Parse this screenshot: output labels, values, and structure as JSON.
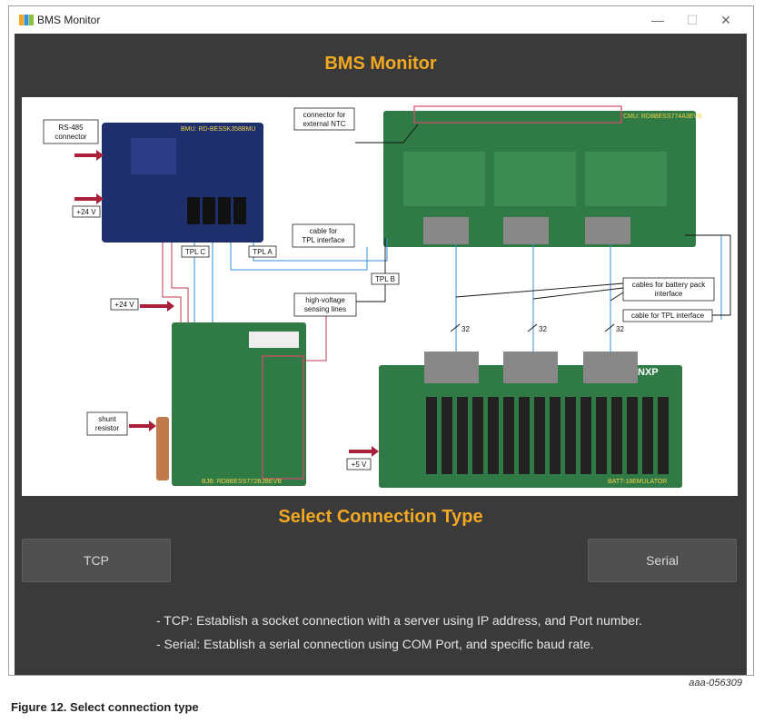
{
  "window": {
    "title": "BMS Monitor",
    "controls": {
      "minimize": "—",
      "maximize": "☐",
      "close": "✕"
    }
  },
  "app": {
    "header_title": "BMS Monitor",
    "section_title": "Select Connection Type",
    "buttons": {
      "tcp": "TCP",
      "serial": "Serial"
    },
    "descriptions": [
      "- TCP: Establish a socket connection with a server using IP address, and Port number.",
      "- Serial: Establish a serial connection using COM Port, and specific baud rate."
    ]
  },
  "diagram": {
    "labels": {
      "rs485": [
        "RS-485",
        "connector"
      ],
      "v24_top": "+24 V",
      "v24_mid": "+24 V",
      "v5": "+5 V",
      "bmu": "BMU: RD-BESSK358BMU",
      "cmu": "CMU: RD8BESS774A3EVB",
      "bjb": "BJB: RD8BESS772BJBEVB",
      "batt": "BATT-18EMULATOR",
      "ntc": [
        "connector for",
        "external NTC"
      ],
      "tpl_cable": [
        "cable for",
        "TPL interface"
      ],
      "tpl_c": "TPL C",
      "tpl_a": "TPL A",
      "tpl_b": "TPL B",
      "hv": [
        "high-voltage",
        "sensing lines"
      ],
      "battery_pack": [
        "cables for battery pack",
        "interface"
      ],
      "tpl_cable2": "cable for TPL interface",
      "shunt": [
        "shunt",
        "resistor"
      ],
      "wire_count_1": "32",
      "wire_count_2": "32",
      "wire_count_3": "32",
      "nxp_board": "NXP"
    }
  },
  "footer": {
    "code": "aaa-056309",
    "caption": "Figure 12.  Select connection type"
  },
  "colors": {
    "accent": "#f3a821",
    "panel_bg": "#3a3a3a",
    "button_bg": "#505050",
    "board_blue": "#1f2f6e",
    "board_green": "#2f7a45"
  }
}
